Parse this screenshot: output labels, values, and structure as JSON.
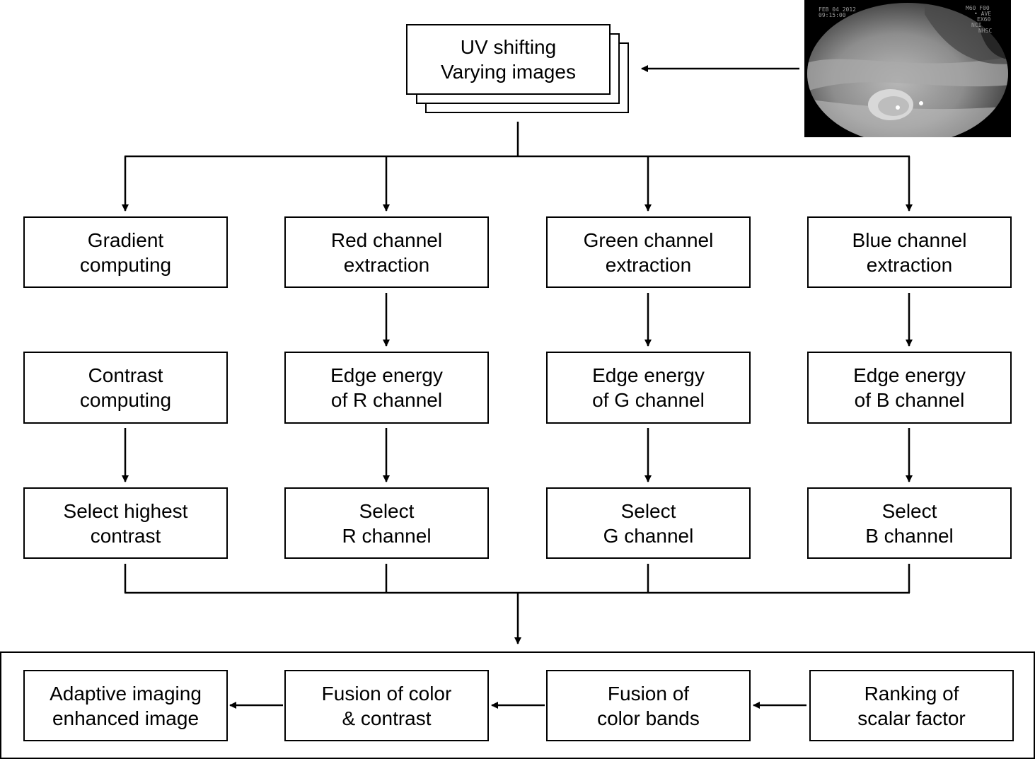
{
  "input": {
    "title_line1": "UV shifting",
    "title_line2": "Varying images"
  },
  "photo": {
    "date": "FEB 04 2012",
    "time": "09:15:00",
    "corner": [
      "M60 F00",
      "• AVE",
      "EX60",
      "NCI",
      "NHSC"
    ]
  },
  "columns": [
    {
      "step1": [
        "Gradient",
        "computing"
      ],
      "step2": [
        "Contrast",
        "computing"
      ],
      "step3": [
        "Select highest",
        "contrast"
      ]
    },
    {
      "step1": [
        "Red channel",
        "extraction"
      ],
      "step2": [
        "Edge energy",
        "of R channel"
      ],
      "step3": [
        "Select",
        "R channel"
      ]
    },
    {
      "step1": [
        "Green channel",
        "extraction"
      ],
      "step2": [
        "Edge energy",
        "of G channel"
      ],
      "step3": [
        "Select",
        "G channel"
      ]
    },
    {
      "step1": [
        "Blue channel",
        "extraction"
      ],
      "step2": [
        "Edge energy",
        "of B channel"
      ],
      "step3": [
        "Select",
        "B channel"
      ]
    }
  ],
  "fusion": {
    "output": [
      "Adaptive imaging",
      "enhanced image"
    ],
    "color_contrast": [
      "Fusion of color",
      "& contrast"
    ],
    "color_bands": [
      "Fusion of",
      "color bands"
    ],
    "ranking": [
      "Ranking of",
      "scalar factor"
    ]
  }
}
